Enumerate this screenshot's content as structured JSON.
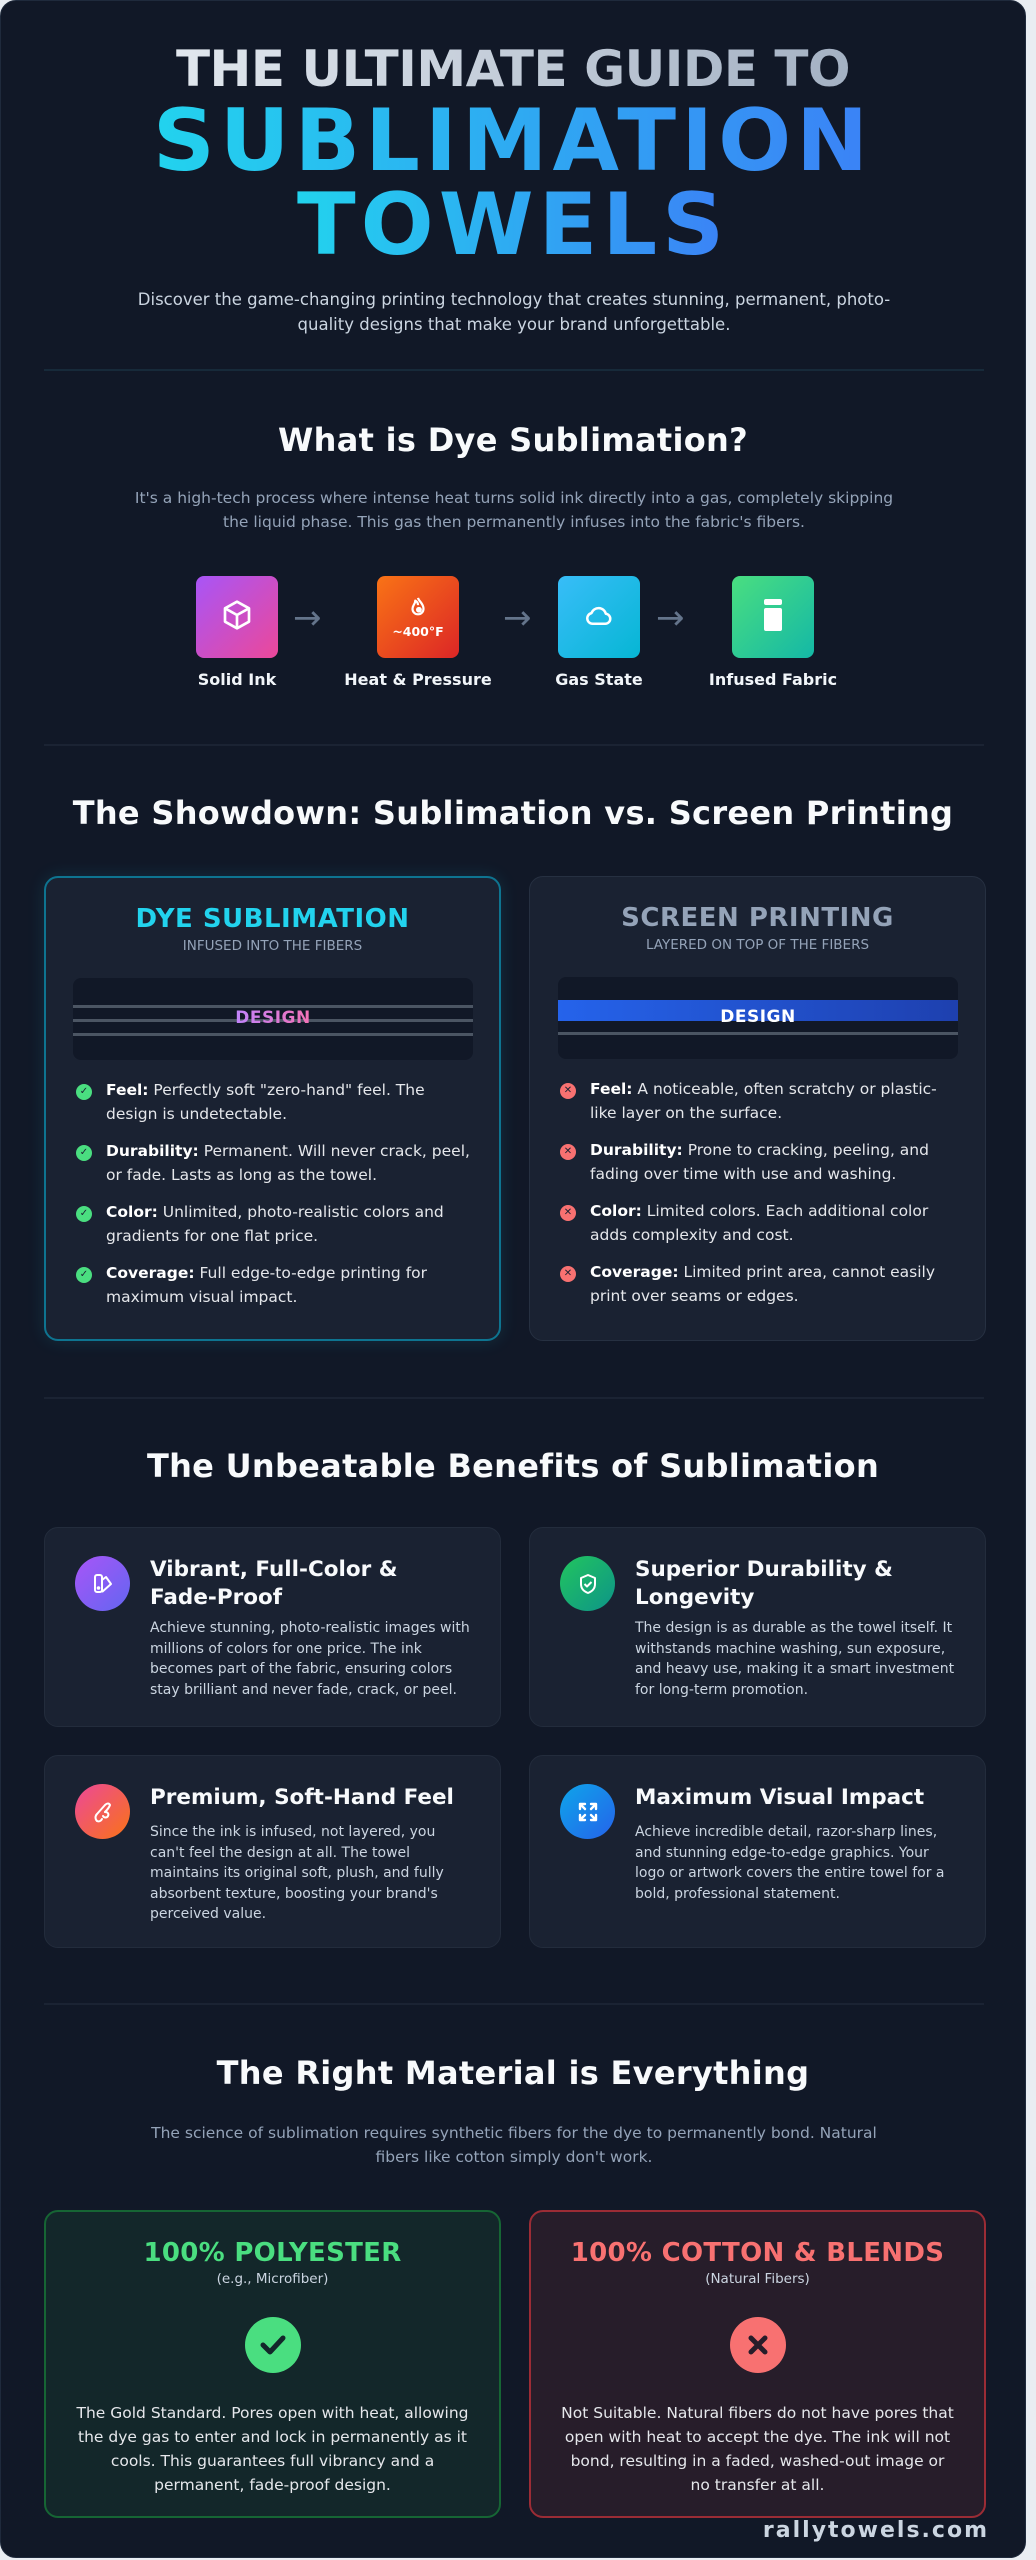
{
  "hero": {
    "title_line1": "THE ULTIMATE GUIDE TO",
    "title_line2": "SUBLIMATION",
    "title_line3": "TOWELS",
    "subtitle": "Discover the game-changing printing technology that creates stunning, permanent, photo-quality designs that make your brand unforgettable."
  },
  "what_is": {
    "title": "What is Dye Sublimation?",
    "description": "It's a high-tech process where intense heat turns solid ink directly into a gas, completely skipping the liquid phase. This gas then permanently infuses into the fabric's fibers.",
    "steps": [
      {
        "label": "Solid Ink",
        "icon": "cube-icon",
        "color_from": "#a855f7",
        "color_to": "#ec4899"
      },
      {
        "label": "Heat & Pressure",
        "icon": "fire-icon",
        "temp": "~400°F",
        "color_from": "#f97316",
        "color_to": "#dc2626"
      },
      {
        "label": "Gas State",
        "icon": "cloud-icon",
        "color_from": "#38bdf8",
        "color_to": "#06b6d4"
      },
      {
        "label": "Infused Fabric",
        "icon": "fabric-icon",
        "color_from": "#4ade80",
        "color_to": "#14b8a6"
      }
    ],
    "arrow": "→"
  },
  "showdown": {
    "title": "The Showdown: Sublimation vs. Screen Printing",
    "sublimation": {
      "title": "DYE SUBLIMATION",
      "subtitle": "INFUSED INTO THE FIBERS",
      "design_label": "DESIGN",
      "accent": "#22d3ee",
      "features": [
        {
          "label": "Feel:",
          "text": " Perfectly soft \"zero-hand\" feel. The design is undetectable."
        },
        {
          "label": "Durability:",
          "text": " Permanent. Will never crack, peel, or fade. Lasts as long as the towel."
        },
        {
          "label": "Color:",
          "text": " Unlimited, photo-realistic colors and gradients for one flat price."
        },
        {
          "label": "Coverage:",
          "text": " Full edge-to-edge printing for maximum visual impact."
        }
      ]
    },
    "screen": {
      "title": "SCREEN PRINTING",
      "subtitle": "LAYERED ON TOP OF THE FIBERS",
      "design_label": "DESIGN",
      "accent": "#94a3b8",
      "features": [
        {
          "label": "Feel:",
          "text": " A noticeable, often scratchy or plastic-like layer on the surface."
        },
        {
          "label": "Durability:",
          "text": " Prone to cracking, peeling, and fading over time with use and washing."
        },
        {
          "label": "Color:",
          "text": " Limited colors. Each additional color adds complexity and cost."
        },
        {
          "label": "Coverage:",
          "text": " Limited print area, cannot easily print over seams or edges."
        }
      ]
    }
  },
  "benefits": {
    "title": "The Unbeatable Benefits of Sublimation",
    "items": [
      {
        "title": "Vibrant, Full-Color & Fade-Proof",
        "icon": "palette-swatch-icon",
        "text": "Achieve stunning, photo-realistic images with millions of colors for one price. The ink becomes part of the fabric, ensuring colors stay brilliant and never fade, crack, or peel."
      },
      {
        "title": "Superior Durability & Longevity",
        "icon": "shield-check-icon",
        "text": "The design is as durable as the towel itself. It withstands machine washing, sun exposure, and heavy use, making it a smart investment for long-term promotion."
      },
      {
        "title": "Premium, Soft-Hand Feel",
        "icon": "feather-hand-icon",
        "text": "Since the ink is infused, not layered, you can't feel the design at all. The towel maintains its original soft, plush, and fully absorbent texture, boosting your brand's perceived value."
      },
      {
        "title": "Maximum Visual Impact",
        "icon": "expand-arrows-icon",
        "text": "Achieve incredible detail, razor-sharp lines, and stunning edge-to-edge graphics. Your logo or artwork covers the entire towel for a bold, professional statement."
      }
    ]
  },
  "material": {
    "title": "The Right Material is Everything",
    "description": "The science of sublimation requires synthetic fibers for the dye to permanently bond. Natural fibers like cotton simply don't work.",
    "good": {
      "title": "100% POLYESTER",
      "subtitle": "(e.g., Microfiber)",
      "text": "The Gold Standard. Pores open with heat, allowing the dye gas to enter and lock in permanently as it cools. This guarantees full vibrancy and a permanent, fade-proof design.",
      "accent": "#4ade80"
    },
    "bad": {
      "title": "100% COTTON & BLENDS",
      "subtitle": "(Natural Fibers)",
      "text": "Not Suitable. Natural fibers do not have pores that open with heat to accept the dye. The ink will not bond, resulting in a faded, washed-out image or no transfer at all.",
      "accent": "#f87171"
    }
  },
  "footer": {
    "brand": "rallytowels.com"
  }
}
